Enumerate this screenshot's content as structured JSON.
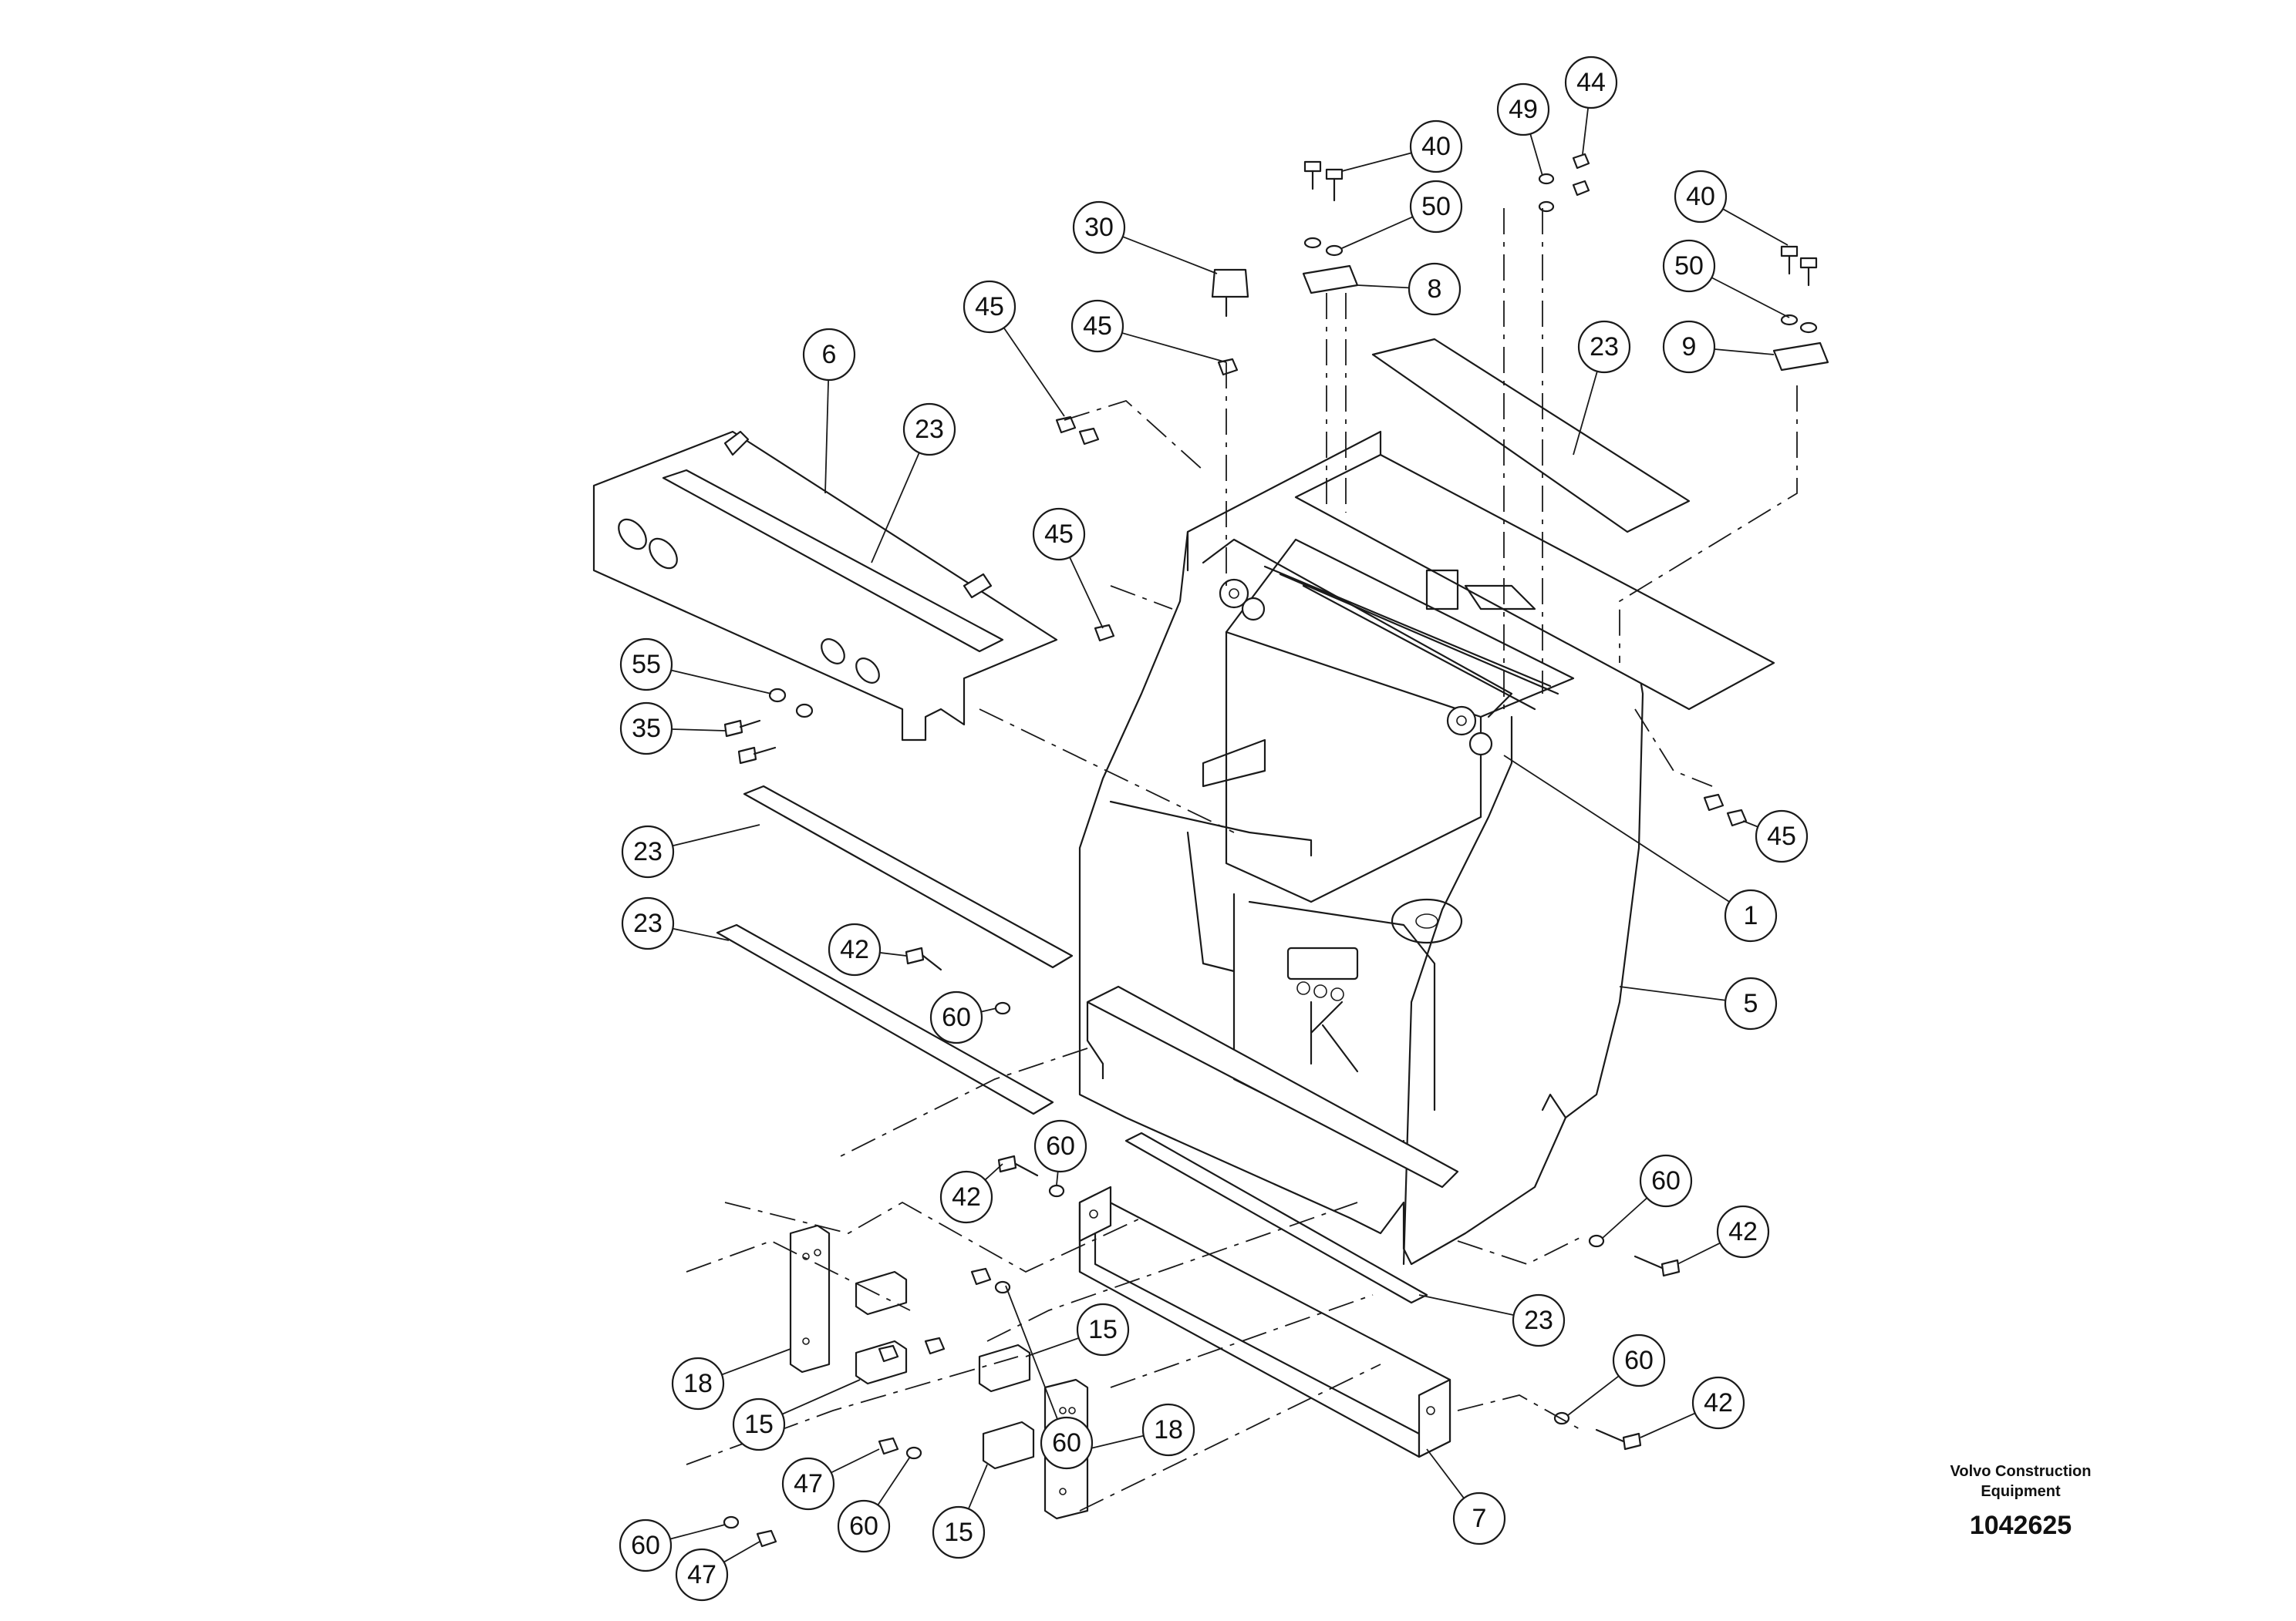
{
  "callouts": [
    {
      "id": "c1",
      "label": "1"
    },
    {
      "id": "c5",
      "label": "5"
    },
    {
      "id": "c6",
      "label": "6"
    },
    {
      "id": "c7",
      "label": "7"
    },
    {
      "id": "c8",
      "label": "8"
    },
    {
      "id": "c9",
      "label": "9"
    },
    {
      "id": "c15a",
      "label": "15"
    },
    {
      "id": "c15b",
      "label": "15"
    },
    {
      "id": "c15c",
      "label": "15"
    },
    {
      "id": "c18a",
      "label": "18"
    },
    {
      "id": "c18b",
      "label": "18"
    },
    {
      "id": "c23a",
      "label": "23"
    },
    {
      "id": "c23b",
      "label": "23"
    },
    {
      "id": "c23c",
      "label": "23"
    },
    {
      "id": "c23d",
      "label": "23"
    },
    {
      "id": "c23e",
      "label": "23"
    },
    {
      "id": "c30",
      "label": "30"
    },
    {
      "id": "c35",
      "label": "35"
    },
    {
      "id": "c40a",
      "label": "40"
    },
    {
      "id": "c40b",
      "label": "40"
    },
    {
      "id": "c42a",
      "label": "42"
    },
    {
      "id": "c42b",
      "label": "42"
    },
    {
      "id": "c42c",
      "label": "42"
    },
    {
      "id": "c42d",
      "label": "42"
    },
    {
      "id": "c44",
      "label": "44"
    },
    {
      "id": "c45a",
      "label": "45"
    },
    {
      "id": "c45b",
      "label": "45"
    },
    {
      "id": "c45c",
      "label": "45"
    },
    {
      "id": "c45d",
      "label": "45"
    },
    {
      "id": "c47a",
      "label": "47"
    },
    {
      "id": "c47b",
      "label": "47"
    },
    {
      "id": "c49",
      "label": "49"
    },
    {
      "id": "c50a",
      "label": "50"
    },
    {
      "id": "c50b",
      "label": "50"
    },
    {
      "id": "c55",
      "label": "55"
    },
    {
      "id": "c60a",
      "label": "60"
    },
    {
      "id": "c60b",
      "label": "60"
    },
    {
      "id": "c60c",
      "label": "60"
    },
    {
      "id": "c60d",
      "label": "60"
    },
    {
      "id": "c60e",
      "label": "60"
    },
    {
      "id": "c60f",
      "label": "60"
    },
    {
      "id": "c60g",
      "label": "60"
    }
  ],
  "footer": {
    "maker_line1": "Volvo Construction",
    "maker_line2": "Equipment",
    "drawing_number": "1042625"
  }
}
